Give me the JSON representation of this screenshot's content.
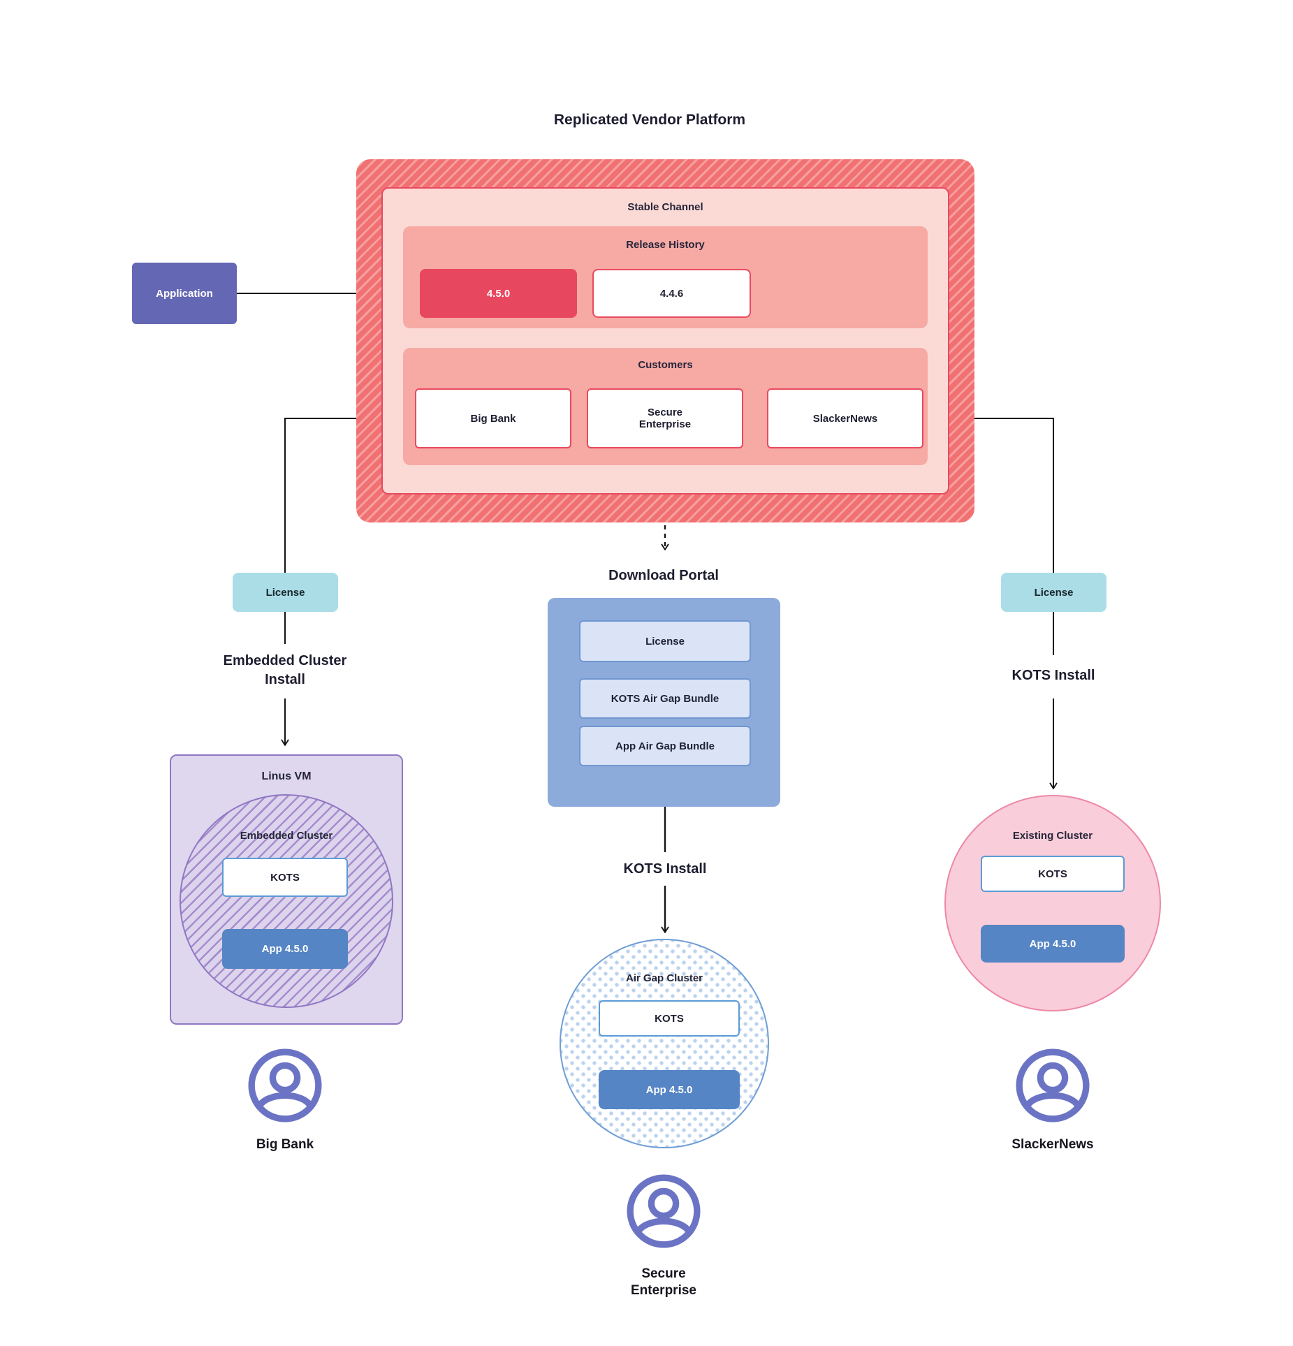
{
  "diagram_title": "Replicated Vendor Platform",
  "application": {
    "label": "Application"
  },
  "platform": {
    "stable_channel_label": "Stable Channel",
    "release_history_label": "Release History",
    "releases": [
      "4.5.0",
      "4.4.6"
    ],
    "customers_label": "Customers",
    "customers": [
      "Big Bank",
      "Secure Enterprise",
      "SlackerNews"
    ]
  },
  "download_portal": {
    "title": "Download Portal",
    "items": [
      "License",
      "KOTS Air Gap Bundle",
      "App Air Gap Bundle"
    ]
  },
  "left_flow": {
    "license_label": "License",
    "install_label": "Embedded Cluster Install",
    "vm_label": "Linus VM",
    "cluster_label": "Embedded Cluster",
    "kots_label": "KOTS",
    "app_label": "App 4.5.0",
    "customer_name": "Big Bank"
  },
  "middle_flow": {
    "install_label": "KOTS Install",
    "cluster_label": "Air Gap Cluster",
    "kots_label": "KOTS",
    "app_label": "App 4.5.0",
    "customer_name": "Secure Enterprise"
  },
  "right_flow": {
    "license_label": "License",
    "install_label": "KOTS Install",
    "cluster_label": "Existing Cluster",
    "kots_label": "KOTS",
    "app_label": "App 4.5.0",
    "customer_name": "SlackerNews"
  },
  "colors": {
    "channel_hatch_base": "#f17173",
    "channel_hatch_stripe": "#f6a09f",
    "channel_border_red": "#e8495f",
    "stable_fill_pink": "#fbdad6",
    "panel_salmon": "#f7a9a4",
    "release_highlight_red": "#e84760",
    "application_purple": "#6467b4",
    "license_cyan": "#abdde7",
    "portal_blue": "#8caada",
    "portal_item_blue": "#dbe3f7",
    "app_box_blue": "#5585c4",
    "kots_border_blue": "#5b9bd5",
    "vm_purple_fill": "#ded7ee",
    "vm_purple_border": "#9077c3",
    "existing_pink_fill": "#f9cdd9",
    "existing_pink_border": "#ee87a7",
    "person_icon_purple": "#6b74c4",
    "connector_black": "#141414"
  }
}
